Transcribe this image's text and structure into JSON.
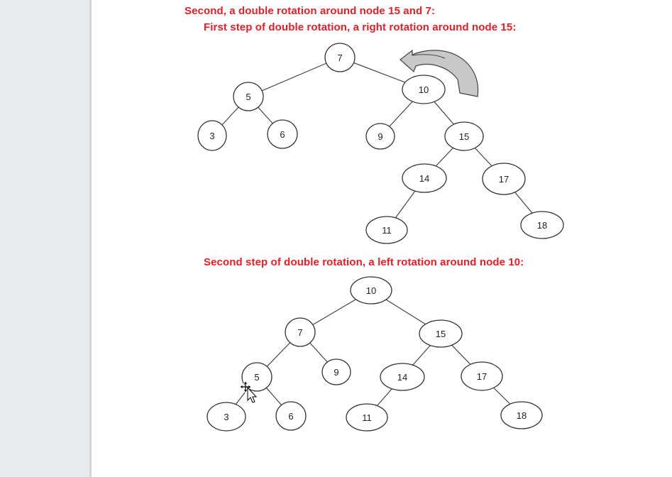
{
  "headings": {
    "h1": "Second, a double rotation around node 15 and 7:",
    "h2": "First step of double rotation, a right rotation around node 15:",
    "h3": "Second step of double rotation, a left rotation around node 10:"
  },
  "tree_before": {
    "nodes": [
      {
        "id": "n7",
        "label": "7"
      },
      {
        "id": "n5",
        "label": "5"
      },
      {
        "id": "n3",
        "label": "3"
      },
      {
        "id": "n6",
        "label": "6"
      },
      {
        "id": "n10",
        "label": "10"
      },
      {
        "id": "n9",
        "label": "9"
      },
      {
        "id": "n15",
        "label": "15"
      },
      {
        "id": "n14",
        "label": "14"
      },
      {
        "id": "n17",
        "label": "17"
      },
      {
        "id": "n11",
        "label": "11"
      },
      {
        "id": "n18",
        "label": "18"
      }
    ],
    "edges": [
      [
        "n7",
        "n5"
      ],
      [
        "n7",
        "n10"
      ],
      [
        "n5",
        "n3"
      ],
      [
        "n5",
        "n6"
      ],
      [
        "n10",
        "n9"
      ],
      [
        "n10",
        "n15"
      ],
      [
        "n15",
        "n14"
      ],
      [
        "n15",
        "n17"
      ],
      [
        "n14",
        "n11"
      ],
      [
        "n17",
        "n18"
      ]
    ]
  },
  "tree_after": {
    "nodes": [
      {
        "id": "m10",
        "label": "10"
      },
      {
        "id": "m7",
        "label": "7"
      },
      {
        "id": "m15",
        "label": "15"
      },
      {
        "id": "m5",
        "label": "5"
      },
      {
        "id": "m9",
        "label": "9"
      },
      {
        "id": "m14",
        "label": "14"
      },
      {
        "id": "m17",
        "label": "17"
      },
      {
        "id": "m3",
        "label": "3"
      },
      {
        "id": "m6",
        "label": "6"
      },
      {
        "id": "m11",
        "label": "11"
      },
      {
        "id": "m18",
        "label": "18"
      }
    ],
    "edges": [
      [
        "m10",
        "m7"
      ],
      [
        "m10",
        "m15"
      ],
      [
        "m7",
        "m5"
      ],
      [
        "m7",
        "m9"
      ],
      [
        "m15",
        "m14"
      ],
      [
        "m15",
        "m17"
      ],
      [
        "m5",
        "m3"
      ],
      [
        "m5",
        "m6"
      ],
      [
        "m14",
        "m11"
      ],
      [
        "m17",
        "m18"
      ]
    ]
  },
  "icons": {
    "rotation_arrow": "curved-rotation-arrow-icon",
    "cursor": "move-cursor-icon"
  },
  "colors": {
    "heading": "#ea1c24",
    "arrow_fill": "#c8c8c8"
  }
}
